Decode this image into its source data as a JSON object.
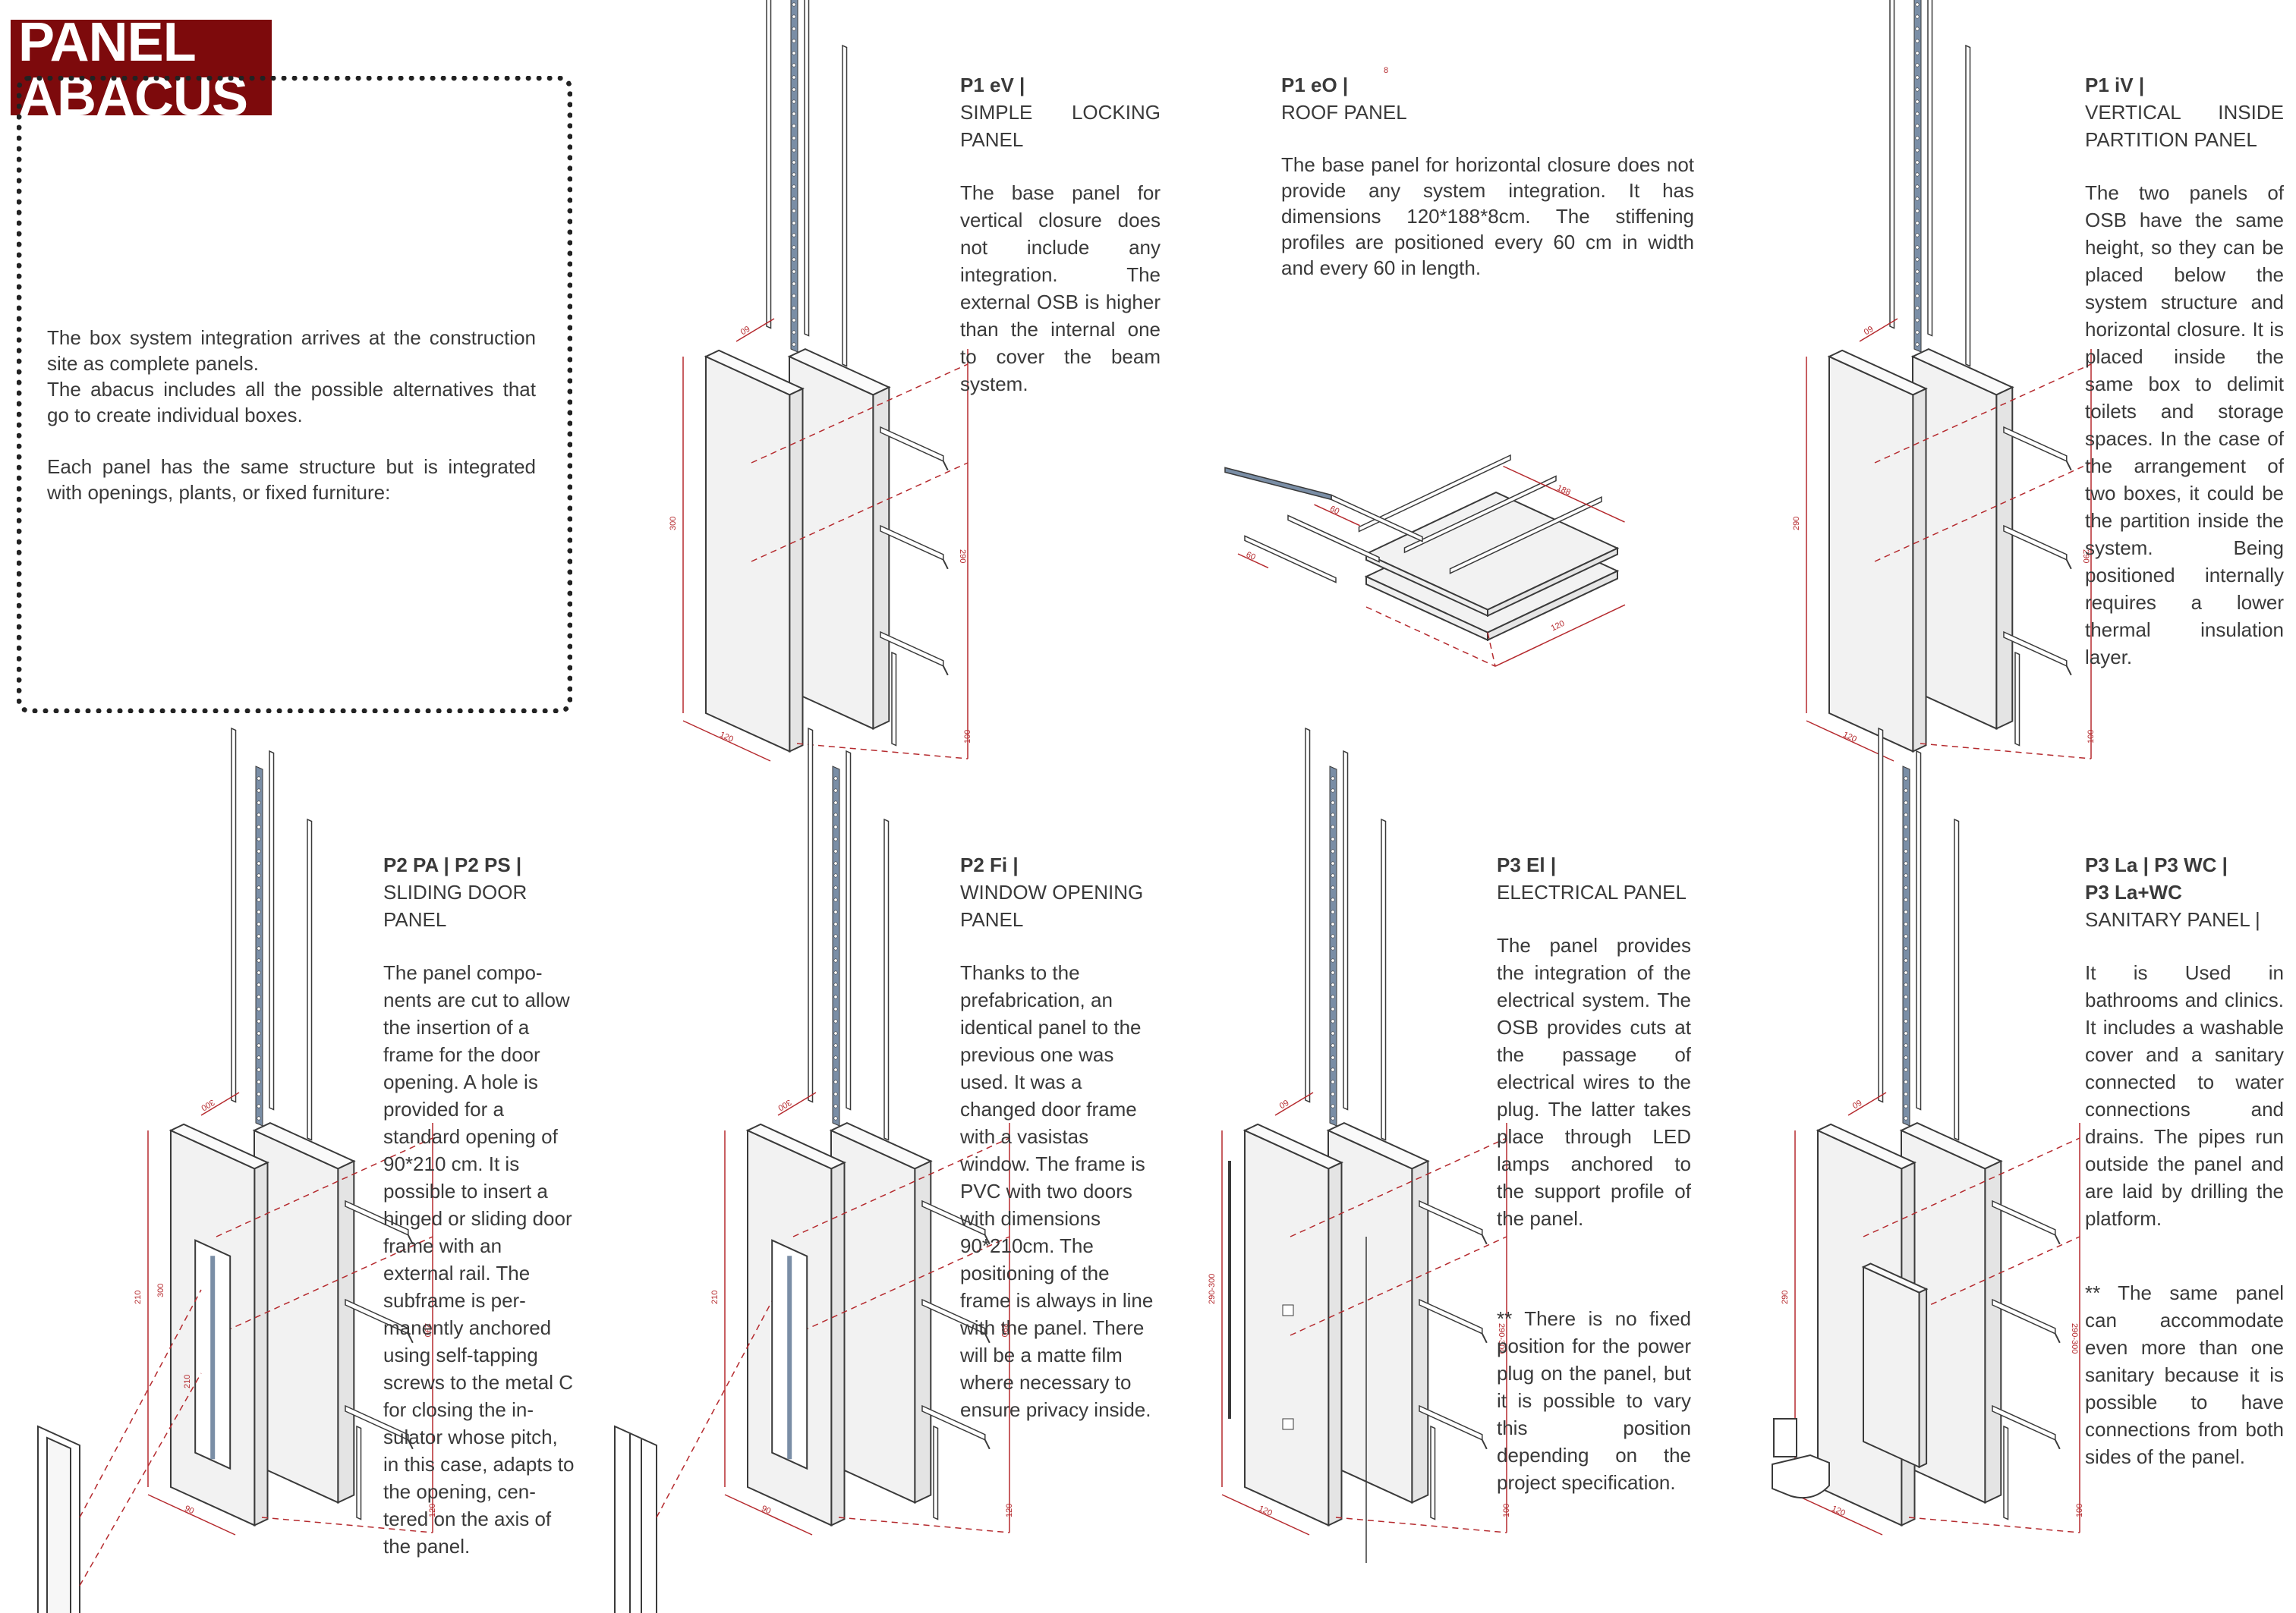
{
  "title": {
    "line1": "PANEL",
    "line2": "ABACUS"
  },
  "intro": {
    "p1": "The box system integration arrives at the construction site as complete panels.",
    "p2": "The abacus includes all the possible alternatives that go to create individual boxes.",
    "p3": "Each panel has the same structure but is integrated with openings, plants, or fixed furniture:"
  },
  "panels": {
    "p1ev": {
      "code": "P1 eV |",
      "name": "SIMPLE LOCKING PANEL",
      "text": "The base panel for vertical closure does not include any integration. The external OSB is higher than the internal one to cover the beam system.",
      "dims": {
        "d1": "60",
        "d2": "300",
        "d3": "290",
        "d4": "120",
        "d5": "100"
      }
    },
    "p1eo": {
      "code": "P1 eO |",
      "name": "ROOF PANEL",
      "text": "The base panel for horizontal closure does not provide any system integration. It has dimensions 120*188*8cm. The stiffening profiles are positioned every 60 cm in width and every 60 in length.",
      "dims": {
        "d1": "60",
        "d2": "188",
        "d3": "120",
        "d4": "60",
        "d5": "8"
      }
    },
    "p1iv": {
      "code": "P1 iV |",
      "name": "VERTICAL INSIDE PARTITION PANEL",
      "text": "The two panels of OSB have the same height, so they can be placed below the system structure and horizontal closure. It is placed inside the same box to delimit toilets and storage spaces. In the case of the arrangement of two boxes, it could be the partition inside the system. Being positioned internally requires a lower thermal insulation layer.",
      "dims": {
        "d1": "60",
        "d2": "290",
        "d3": "290",
        "d4": "120",
        "d5": "100"
      }
    },
    "p2pa": {
      "code": "P2 PA | P2 PS |",
      "name": "SLIDING DOOR PANEL",
      "text": "The panel compo- nents are cut to allow the insertion of a frame for the door opening. A hole is provided for a standard opening of 90*210 cm. It is possible to insert a hinged or sliding door frame with an external rail. The subframe is per- manently anchored using self-tapping screws to the metal C for closing the in- sulator whose pitch, in this case, adapts to the opening, cen- tered on the axis of the panel.",
      "dims": {
        "d1": "300",
        "d2": "210",
        "d3": "290",
        "d4": "90",
        "d5": "120"
      }
    },
    "p2fi": {
      "code": "P2 Fi |",
      "name": "WINDOW OPENING PANEL",
      "text": "Thanks to the prefabrication, an identical panel to the previous one was used. It was a changed door frame with a vasistas window. The frame is PVC with two doors with dimensions 90*210cm. The positioning of the frame is always in line with the panel. There will be a matte film where necessary to ensure privacy inside.",
      "dims": {
        "d1": "300",
        "d2": "210",
        "d3": "290",
        "d4": "90",
        "d5": "120"
      }
    },
    "p3el": {
      "code": "P3 El |",
      "name": "ELECTRICAL PANEL",
      "text": "The panel provides the integration of the electrical system. The OSB provides cuts at the passage of electrical wires to the plug. The latter takes place through LED lamps anchored to the support profile of the panel.",
      "note": "** There is no fixed position for the power plug on the panel, but it is possible to vary this position depending on the project specification.",
      "dims": {
        "d1": "60",
        "d2": "290-300",
        "d3": "290-300",
        "d4": "120",
        "d5": "100"
      }
    },
    "p3la": {
      "code": "P3 La | P3 WC |",
      "code2": "P3 La+WC",
      "name": "SANITARY PANEL |",
      "text": "It is Used in bathrooms and clinics. It includes a washable cover and a sanitary connected to water connections and drains. The pipes run outside the panel and are laid by drilling the platform.",
      "note": "** The same panel can accommodate even more than one sanitary because it is possible to have connections from both sides of the panel.",
      "dims": {
        "d1": "60",
        "d2": "290",
        "d3": "290-300",
        "d4": "120",
        "d5": "100"
      }
    }
  },
  "colors": {
    "accent": "#7d0a0c",
    "dimension": "#b52a2e",
    "line": "#3a3a3a",
    "panel": "#f2f2f2",
    "profile": "#7a8ea6"
  }
}
